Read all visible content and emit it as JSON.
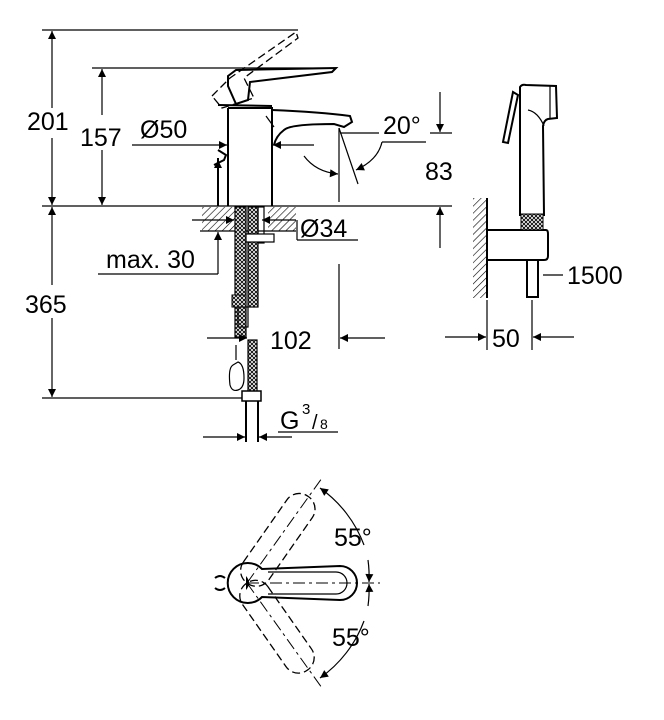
{
  "side_view": {
    "height_total": "201",
    "height_lever": "157",
    "body_diameter": "Ø50",
    "spout_angle": "20°",
    "spout_height": "83",
    "below_deck": "365",
    "deck_thickness": "max. 30",
    "hole_diameter": "Ø34",
    "spout_reach": "102",
    "connection_thread": "G",
    "thread_num": "3",
    "thread_den": "8"
  },
  "hand_shower": {
    "hose_length": "1500",
    "projection": "50"
  },
  "top_view": {
    "angle_up": "55°",
    "angle_down": "55°"
  }
}
